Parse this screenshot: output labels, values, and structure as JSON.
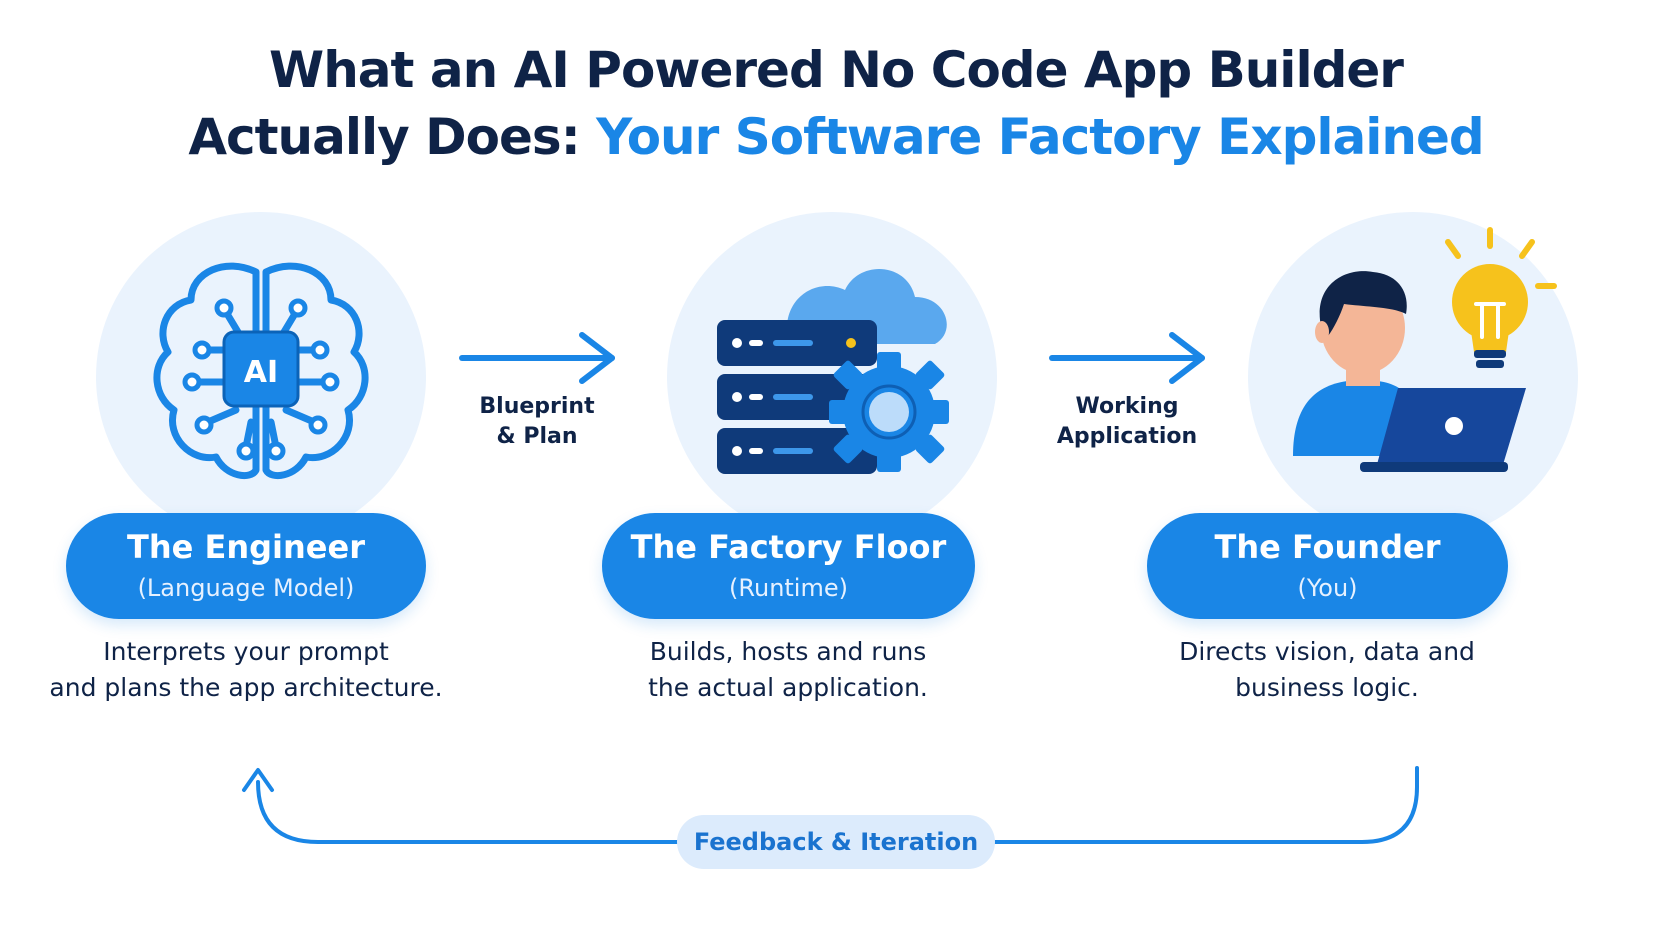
{
  "title": {
    "line1": "What an AI Powered No Code App Builder",
    "line2_prefix": "Actually Does: ",
    "line2_accent": "Your Software Factory Explained"
  },
  "flow": {
    "step1_to_2": {
      "line1": "Blueprint",
      "line2": "& Plan"
    },
    "step2_to_3": {
      "line1": "Working",
      "line2": "Application"
    },
    "loop_label": "Feedback & Iteration"
  },
  "cards": [
    {
      "name": "The Engineer",
      "role": "(Language Model)",
      "desc_line1": "Interprets your prompt",
      "desc_line2": "and plans the app architecture.",
      "icon": "ai-brain-icon"
    },
    {
      "name": "The Factory Floor",
      "role": "(Runtime)",
      "desc_line1": "Builds, hosts and runs",
      "desc_line2": "the actual application.",
      "icon": "server-cloud-gear-icon"
    },
    {
      "name": "The Founder",
      "role": "(You)",
      "desc_line1": "Directs vision, data and",
      "desc_line2": "business logic.",
      "icon": "founder-laptop-lightbulb-icon"
    }
  ],
  "icon_text": {
    "brain_chip": "AI"
  },
  "colors": {
    "navy": "#0f2347",
    "accent": "#1a86e6",
    "light_bg": "#eaf3fd",
    "bulb": "#f6c21c"
  }
}
